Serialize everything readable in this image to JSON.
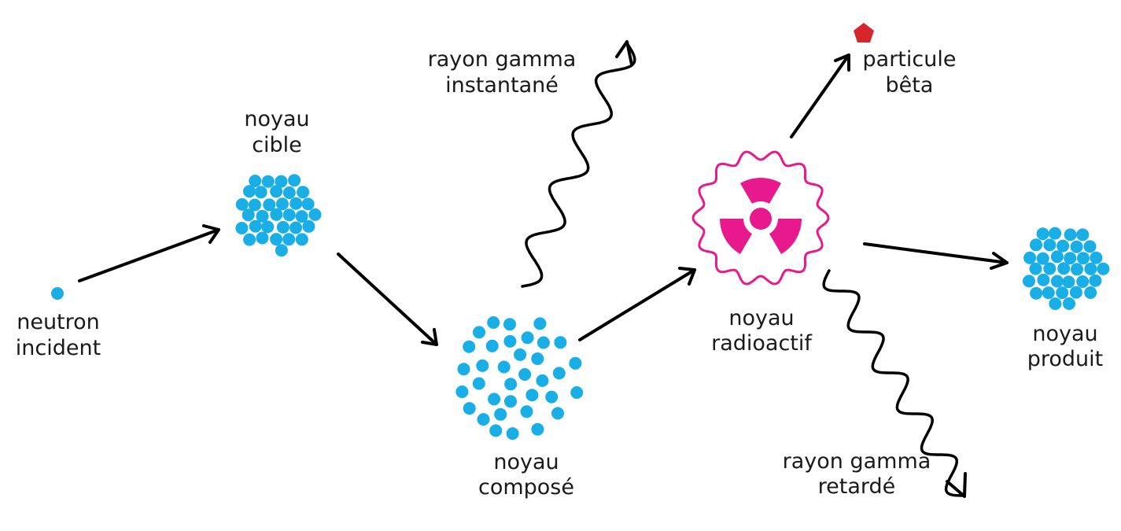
{
  "labels": {
    "neutron_l1": "neutron",
    "neutron_l2": "incident",
    "target_l1": "noyau",
    "target_l2": "cible",
    "compound_l1": "noyau",
    "compound_l2": "composé",
    "prompt_l1": "rayon gamma",
    "prompt_l2": "instantané",
    "radio_l1": "noyau",
    "radio_l2": "radioactif",
    "beta_l1": "particule",
    "beta_l2": "bêta",
    "delayed_l1": "rayon gamma",
    "delayed_l2": "retardé",
    "product_l1": "noyau",
    "product_l2": "produit"
  },
  "colors": {
    "nucleon": "#19aee6",
    "radioactive": "#e8198c",
    "beta": "#d7262b",
    "arrow": "#000000",
    "text": "#1a1a1a"
  },
  "icons": {
    "radioactive_symbol": "radiation-trefoil-icon",
    "beta_particle": "pentagon-icon"
  }
}
